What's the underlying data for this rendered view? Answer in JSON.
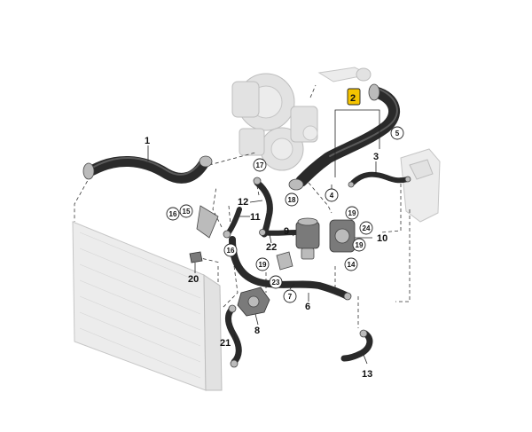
{
  "highlight_color": "#f5c400",
  "labels": {
    "l1": "1",
    "l2": "2",
    "l3": "3",
    "l4": "4",
    "l5": "5",
    "l6": "6",
    "l7": "7",
    "l8": "8",
    "l9": "9",
    "l10": "10",
    "l11": "11",
    "l12": "12",
    "l13": "13",
    "l14": "14",
    "l15": "15",
    "l16a": "16",
    "l16b": "16",
    "l17": "17",
    "l18": "18",
    "l19a": "19",
    "l19b": "19",
    "l19c": "19",
    "l20": "20",
    "l21": "21",
    "l22": "22",
    "l23": "23",
    "l24": "24"
  }
}
